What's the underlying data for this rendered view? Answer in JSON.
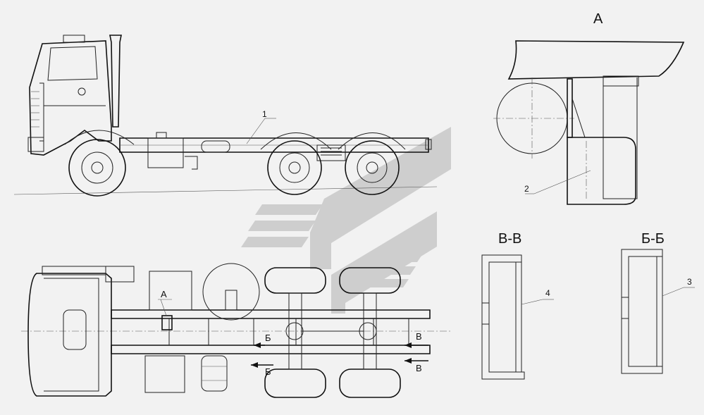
{
  "views": {
    "detail_a": "А",
    "section_vv": "В-В",
    "section_bb": "Б-Б"
  },
  "callouts": {
    "c1": "1",
    "c2": "2",
    "c3": "3",
    "c4": "4"
  },
  "plan_markers": {
    "a_label": "А",
    "b_top": "Б",
    "b_bottom": "Б",
    "v_top": "В",
    "v_bottom": "В"
  },
  "colors": {
    "lines": "#222222",
    "watermark": "#c9c9c9",
    "hatch": "#555555",
    "background": "#f2f2f2"
  },
  "watermark_icon": "stylized-logo-icon"
}
